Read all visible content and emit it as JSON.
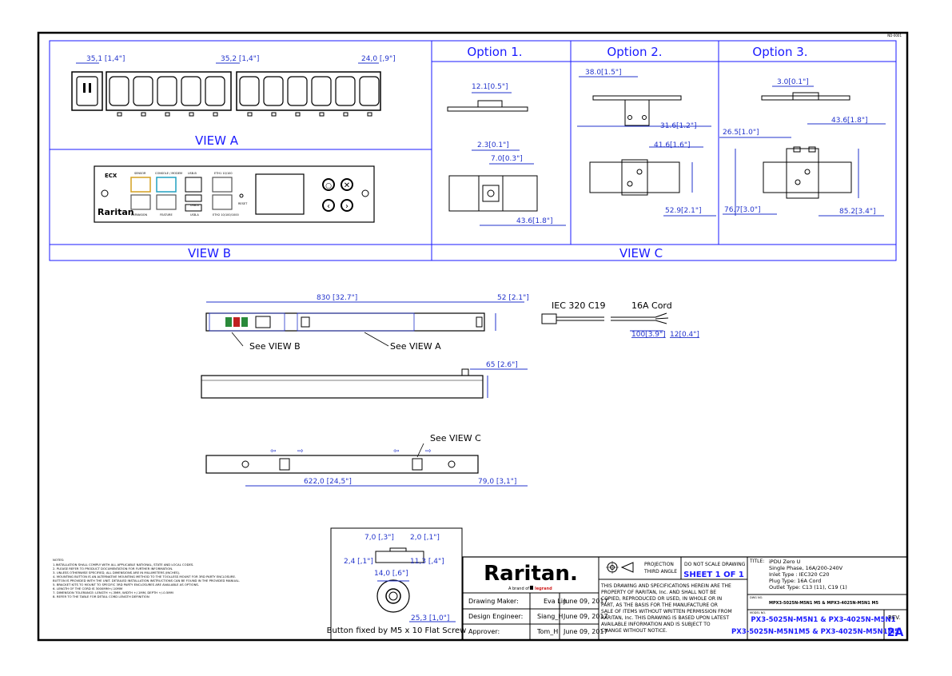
{
  "sheet_id": "ND-0001",
  "view_a": {
    "label": "VIEW A",
    "dims": [
      "35,1 [1,4\"]",
      "35,2 [1,4\"]",
      "24,0 [,9\"]"
    ]
  },
  "view_b": {
    "label": "VIEW B",
    "brand": "Raritan",
    "port_labels": [
      "SENSOR",
      "CONSOLE / MODEM",
      "USB-B",
      "ETH1 10/100",
      "EXPANSION",
      "FEATURE",
      "USB-A",
      "USB-A",
      "ETH2 10/100/1000",
      "RESET"
    ]
  },
  "view_c": {
    "label": "VIEW C",
    "options": [
      {
        "title": "Option 1.",
        "dims": [
          "12.1[0.5\"]",
          "2.3[0.1\"]",
          "7.0[0.3\"]",
          "43.6[1.8\"]"
        ]
      },
      {
        "title": "Option  2.",
        "dims": [
          "38.0[1.5\"]",
          "31.6[1.2\"]",
          "41.6[1.6\"]",
          "52.9[2.1\"]"
        ]
      },
      {
        "title": "Option 3.",
        "dims": [
          "3.0[0.1\"]",
          "43.6[1.8\"]",
          "26.5[1.0\"]",
          "76.7[3.0\"]",
          "85.2[3.4\"]"
        ]
      }
    ]
  },
  "assembly": {
    "overall_length": "830 [32.7\"]",
    "width": "52 [2.1\"]",
    "depth": "65 [2.6\"]",
    "see_view_b": "See VIEW B",
    "see_view_a": "See VIEW A",
    "see_view_c": "See VIEW C",
    "mount_spacing": "622,0 [24,5\"]",
    "end_offset": "79,0 [3,1\"]"
  },
  "cord": {
    "plug": "IEC 320 C19",
    "cord": "16A Cord",
    "dim_a": "100[3.9\"]",
    "dim_b": "12[0.4\"]"
  },
  "button_detail": {
    "dims": [
      "7,0 [,3\"]",
      "2,0 [,1\"]",
      "2,4 [,1\"]",
      "11,3 [,4\"]",
      "14,0 [,6\"]",
      "25,3 [1,0\"]"
    ],
    "caption": "Button fixed by M5 x 10 Flat Screw"
  },
  "notes": {
    "title": "NOTES:",
    "lines": [
      "1.INSTALLATION SHALL COMPLY WITH ALL APPLICABLE NATIONAL, STATE AND LOCAL CODES.",
      "2. PLEASE REFER TO PRODUCT DOCUMENTATION FOR FURTHER INFORMATION.",
      "3. UNLESS OTHERWISE SPECIFIED, ALL DIMENSIONS ARE IN MILLIMETERS (INCHES).",
      "4. MOUNTING BUTTON IS AN ALTERNATIVE MOUNTING METHOD TO THE TOOLLESS MOUNT FOR 3RD PARTY ENCLOSURE.",
      "   BUTTON IS PROVIDED WITH THE UNIT. DETAILED INSTALLATION INSTRUCTIONS CAN BE FOUND IN THE PROVIDED MANUAL.",
      "5. BRACKET KITS TO MOUNT TO SPECIFIC 3RD PARTY ENCLOSURES ARE AVAILABLE AS OPTIONS.",
      "6. LENGTH OF THE CORD IS 3000MM+/-10MM",
      "7. DIMENSION TOLERANCE: LENGTH +/-3MM, WIDTH +/-1MM, DEPTH +/-0.5MM",
      "8. REFER TO THE TABLE FOR DETAIL CORD LENGTH DEFINITION"
    ]
  },
  "title_block": {
    "logo": "Raritan.",
    "tagline": "A brand of",
    "legrand": "legrand",
    "projection": "PROJECTION",
    "third_angle": "THIRD ANGLE",
    "do_not_scale": "DO NOT SCALE DRAWING",
    "sheet": "SHEET 1 OF 1",
    "disclaimer": [
      "THIS DRAWING AND SPECIFICATIONS HEREIN ARE THE",
      "PROPERTY OF RARITAN, Inc. AND SHALL NOT BE",
      "COPIED, REPRODUCED OR USED, IN WHOLE OR IN",
      "PART, AS THE BASIS FOR THE MANUFACTURE OR",
      "SALE OF ITEMS WITHOUT WRITTEN PERMISSION FROM",
      "RARITAN, Inc. THIS DRAWING IS BASED UPON LATEST",
      "AVAILABLE INFORMATION AND IS SUBJECT TO",
      "CHANGE WITHOUT NOTICE."
    ],
    "rows": [
      {
        "role": "Drawing Maker:",
        "name": "Eva Lin",
        "date": "June 09, 2017"
      },
      {
        "role": "Design Engineer:",
        "name": "Siang_H",
        "date": "June 09, 2017"
      },
      {
        "role": "Approver:",
        "name": "Tom_H",
        "date": "June 09, 2017"
      }
    ],
    "title_label": "TITLE:",
    "title_lines": [
      "iPDU Zero U",
      "Single Phase, 16A/200-240V",
      "Inlet Type : IEC320 C20",
      "Plug Type: 16A Cord",
      "Outlet Type: C13 (11), C19 (1)"
    ],
    "dwg_label": "DWG NO.",
    "dwg_no": "MPX3-5025N-M5N1 M5 & MPX3-4025N-M5N1 M5",
    "model_label": "MODEL NO.",
    "model_1": "PX3-5025N-M5N1 & PX3-4025N-M5N1",
    "model_2": "PX3-5025N-M5N1M5 & PX3-4025N-M5N1M5",
    "rev_label": "REV.",
    "rev": "2A"
  }
}
